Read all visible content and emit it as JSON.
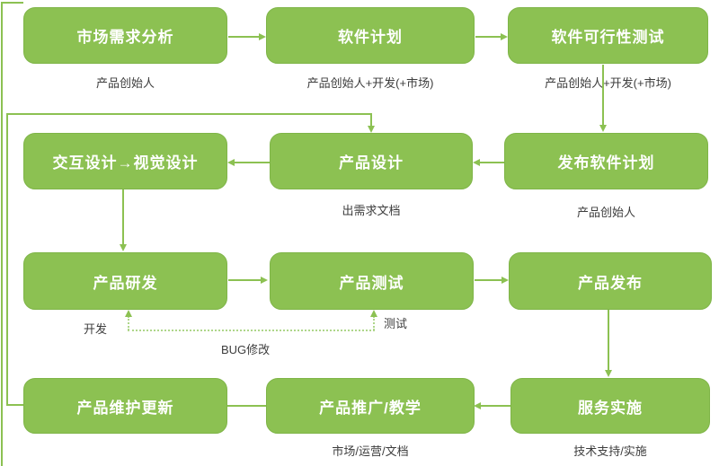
{
  "palette": {
    "box_green": "#8cc152",
    "box_border": "#7fb548",
    "line_green": "#8cc152",
    "dash_green": "#aed68a",
    "label_gray": "#3d3d3d",
    "box_text": "#ffffff"
  },
  "flowchart": {
    "row1": {
      "box1": {
        "title": "市场需求分析",
        "subtitle": "产品创始人"
      },
      "box2": {
        "title": "软件计划",
        "subtitle": "产品创始人+开发(+市场)"
      },
      "box3": {
        "title": "软件可行性测试",
        "subtitle": "产品创始人+开发(+市场)"
      }
    },
    "row2": {
      "box1": {
        "title": "交互设计→视觉设计"
      },
      "box2": {
        "title": "产品设计",
        "subtitle": "出需求文档"
      },
      "box3": {
        "title": "发布软件计划",
        "subtitle": "产品创始人"
      }
    },
    "row3": {
      "box1": {
        "title": "产品研发"
      },
      "box2": {
        "title": "产品测试"
      },
      "box3": {
        "title": "产品发布"
      }
    },
    "row4": {
      "box1": {
        "title": "产品维护更新"
      },
      "box2": {
        "title": "产品推广/教学",
        "subtitle": "市场/运营/文档"
      },
      "box3": {
        "title": "服务实施",
        "subtitle": "技术支持/实施"
      }
    },
    "annotations": {
      "dev": "开发",
      "test": "测试",
      "bug_fix": "BUG修改"
    }
  }
}
